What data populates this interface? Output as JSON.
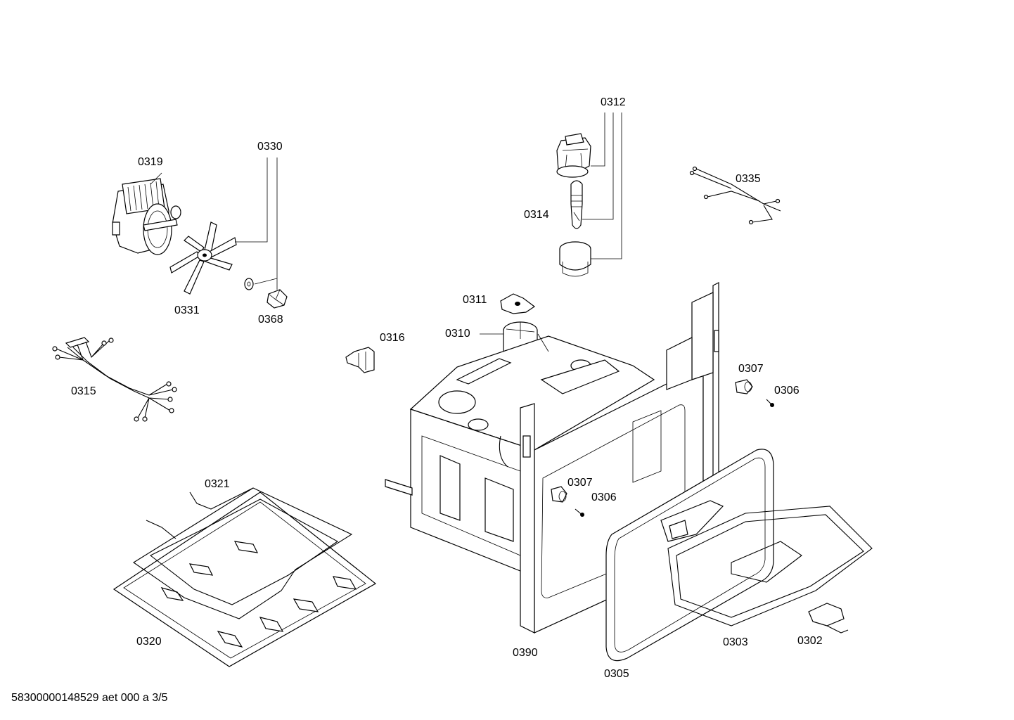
{
  "labels": {
    "p0312": "0312",
    "p0330": "0330",
    "p0319": "0319",
    "p0335": "0335",
    "p0314": "0314",
    "p0331": "0331",
    "p0368": "0368",
    "p0311": "0311",
    "p0310": "0310",
    "p0316": "0316",
    "p0315": "0315",
    "p0307a": "0307",
    "p0306a": "0306",
    "p0321": "0321",
    "p0307b": "0307",
    "p0306b": "0306",
    "p0320": "0320",
    "p0390": "0390",
    "p0303": "0303",
    "p0302": "0302",
    "p0305": "0305"
  },
  "footer": "58300000148529 aet 000 a 3/5"
}
